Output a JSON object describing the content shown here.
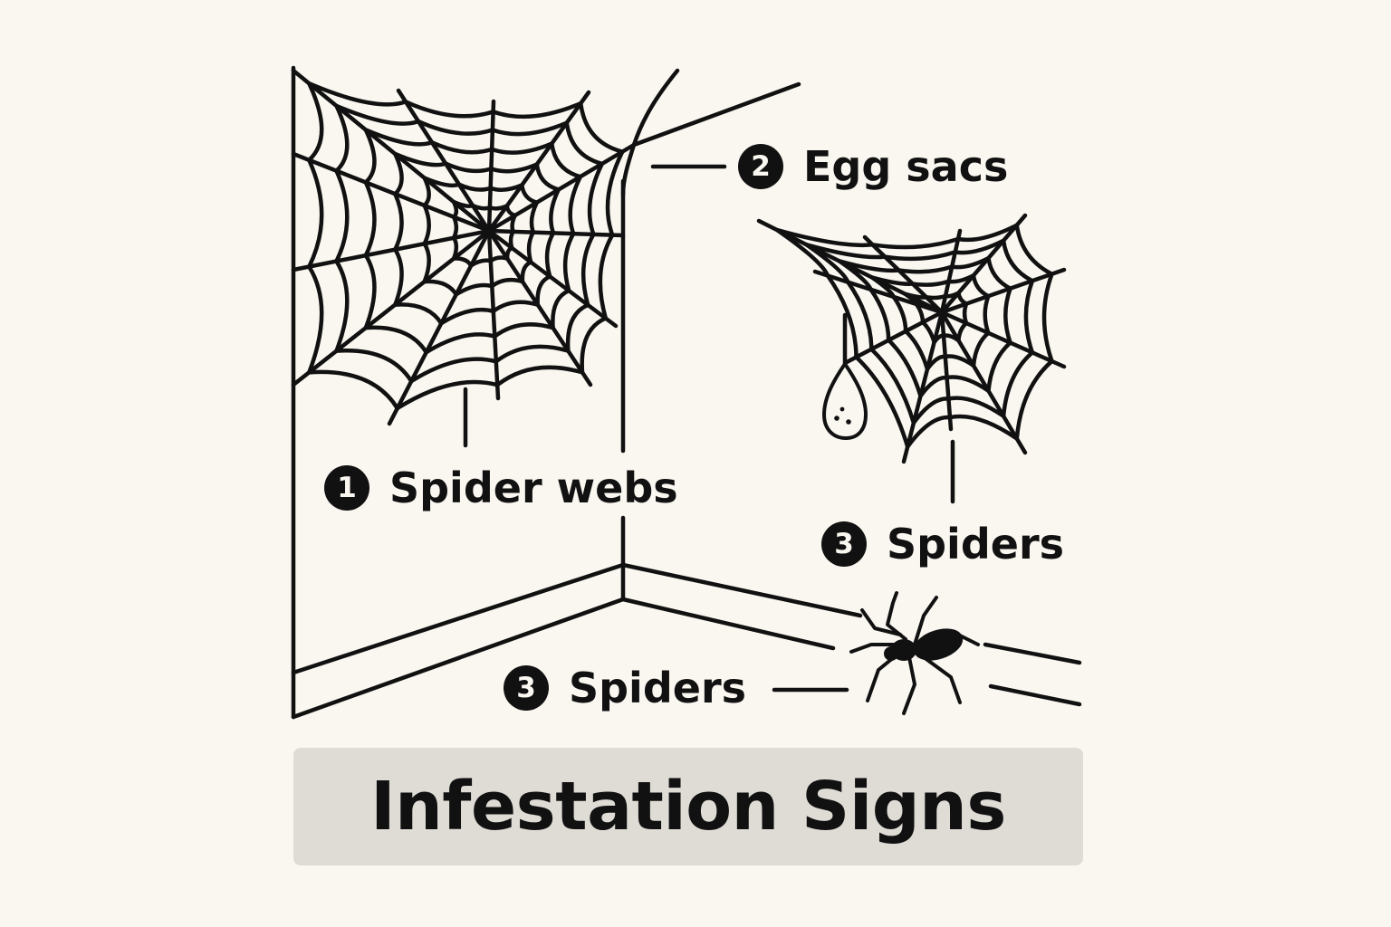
{
  "labels": {
    "webs": {
      "num": "1",
      "text": "Spider webs"
    },
    "egg_sacs": {
      "num": "2",
      "text": "Egg sacs"
    },
    "spiders_a": {
      "num": "3",
      "text": "Spiders"
    },
    "spiders_b": {
      "num": "3",
      "text": "Spiders"
    }
  },
  "title": "Infestation Signs",
  "colors": {
    "ink": "#111111",
    "background": "#faf7f1",
    "title_box": "#dfdcd6"
  },
  "icons": [
    "spider-web-icon",
    "egg-sac-icon",
    "spider-icon"
  ]
}
